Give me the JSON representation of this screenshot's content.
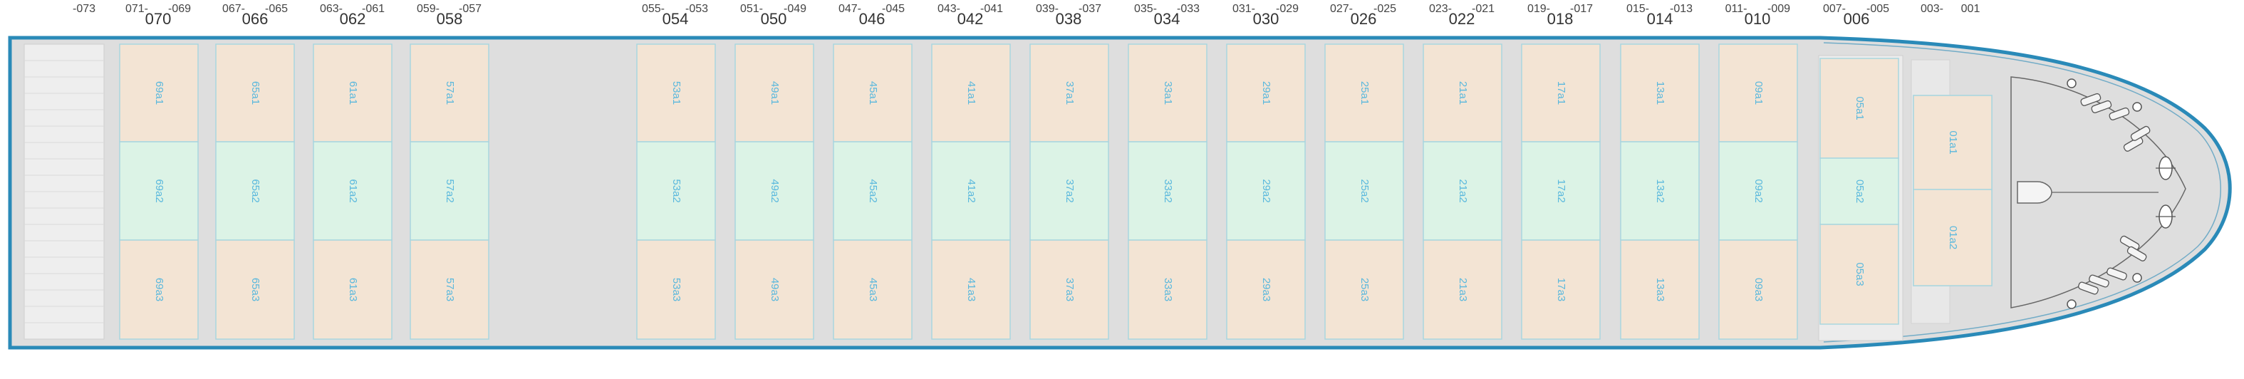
{
  "colors": {
    "hull_fill": "#dedede",
    "hull_stroke": "#2a8ab8",
    "hold_fill": "#f3e4d4",
    "hatch_fill": "#dcf3e6",
    "cell_border": "#a9d6df",
    "label_color": "#5ab8dd",
    "aft_fill": "#eeeeee",
    "fore_fill": "#e8e8e8"
  },
  "bay_numbers": [
    {
      "label": "-073"
    },
    {
      "label": "071-"
    },
    {
      "label": "070"
    },
    {
      "label": "-069"
    },
    {
      "label": "067-"
    },
    {
      "label": "066"
    },
    {
      "label": "-065"
    },
    {
      "label": "063-"
    },
    {
      "label": "062"
    },
    {
      "label": "-061"
    },
    {
      "label": "059-"
    },
    {
      "label": "058"
    },
    {
      "label": "-057"
    },
    {
      "label": "055-"
    },
    {
      "label": "054"
    },
    {
      "label": "-053"
    },
    {
      "label": "051-"
    },
    {
      "label": "050"
    },
    {
      "label": "-049"
    },
    {
      "label": "047-"
    },
    {
      "label": "046"
    },
    {
      "label": "-045"
    },
    {
      "label": "043-"
    },
    {
      "label": "042"
    },
    {
      "label": "-041"
    },
    {
      "label": "039-"
    },
    {
      "label": "038"
    },
    {
      "label": "-037"
    },
    {
      "label": "035-"
    },
    {
      "label": "034"
    },
    {
      "label": "-033"
    },
    {
      "label": "031-"
    },
    {
      "label": "030"
    },
    {
      "label": "-029"
    },
    {
      "label": "027-"
    },
    {
      "label": "026"
    },
    {
      "label": "-025"
    },
    {
      "label": "023-"
    },
    {
      "label": "022"
    },
    {
      "label": "-021"
    },
    {
      "label": "019-"
    },
    {
      "label": "018"
    },
    {
      "label": "-017"
    },
    {
      "label": "015-"
    },
    {
      "label": "014"
    },
    {
      "label": "-013"
    },
    {
      "label": "011-"
    },
    {
      "label": "010"
    },
    {
      "label": "-009"
    },
    {
      "label": "007-"
    },
    {
      "label": "006"
    },
    {
      "label": "-005"
    },
    {
      "label": "003-"
    },
    {
      "label": "001"
    }
  ],
  "bays": [
    {
      "cells": [
        "69a1",
        "69a2",
        "69a3"
      ]
    },
    {
      "cells": [
        "65a1",
        "65a2",
        "65a3"
      ]
    },
    {
      "cells": [
        "61a1",
        "61a2",
        "61a3"
      ]
    },
    {
      "cells": [
        "57a1",
        "57a2",
        "57a3"
      ]
    },
    {
      "cells": [
        "53a1",
        "53a2",
        "53a3"
      ]
    },
    {
      "cells": [
        "49a1",
        "49a2",
        "49a3"
      ]
    },
    {
      "cells": [
        "45a1",
        "45a2",
        "45a3"
      ]
    },
    {
      "cells": [
        "41a1",
        "41a2",
        "41a3"
      ]
    },
    {
      "cells": [
        "37a1",
        "37a2",
        "37a3"
      ]
    },
    {
      "cells": [
        "33a1",
        "33a2",
        "33a3"
      ]
    },
    {
      "cells": [
        "29a1",
        "29a2",
        "29a3"
      ]
    },
    {
      "cells": [
        "25a1",
        "25a2",
        "25a3"
      ]
    },
    {
      "cells": [
        "21a1",
        "21a2",
        "21a3"
      ]
    },
    {
      "cells": [
        "17a1",
        "17a2",
        "17a3"
      ]
    },
    {
      "cells": [
        "13a1",
        "13a2",
        "13a3"
      ]
    },
    {
      "cells": [
        "09a1",
        "09a2",
        "09a3"
      ]
    },
    {
      "cells": [
        "05a1",
        "05a2",
        "05a3"
      ]
    },
    {
      "cells": [
        "01a1",
        "01a2"
      ]
    }
  ]
}
